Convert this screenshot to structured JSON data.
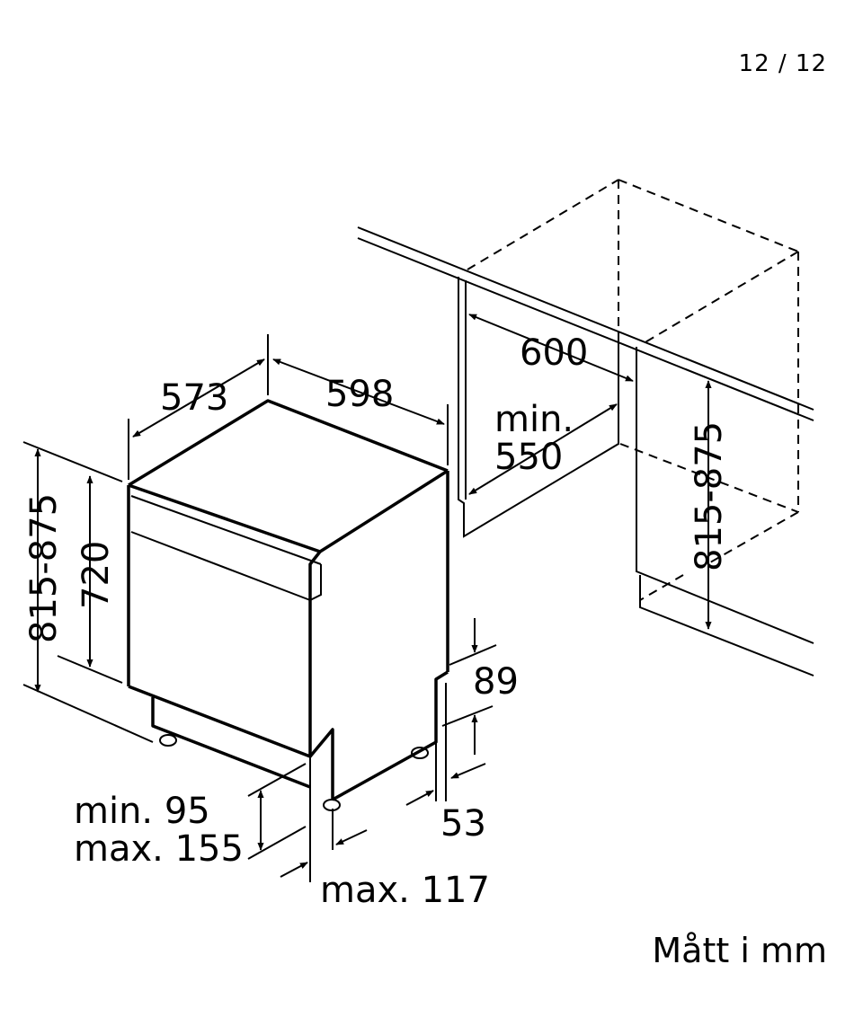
{
  "page_indicator": "12 / 12",
  "units_note": "Mått i mm",
  "dimensions": {
    "depth": "573",
    "width": "598",
    "niche_depth": "600",
    "niche_min_label": "min.",
    "niche_min_value": "550",
    "niche_height": "815-875",
    "total_height": "815-875",
    "body_height": "720",
    "plinth_offset": "89",
    "plinth_recess": "53",
    "plinth_height_min": "min. 95",
    "plinth_height_max": "max. 155",
    "foot_offset": "max. 117"
  }
}
